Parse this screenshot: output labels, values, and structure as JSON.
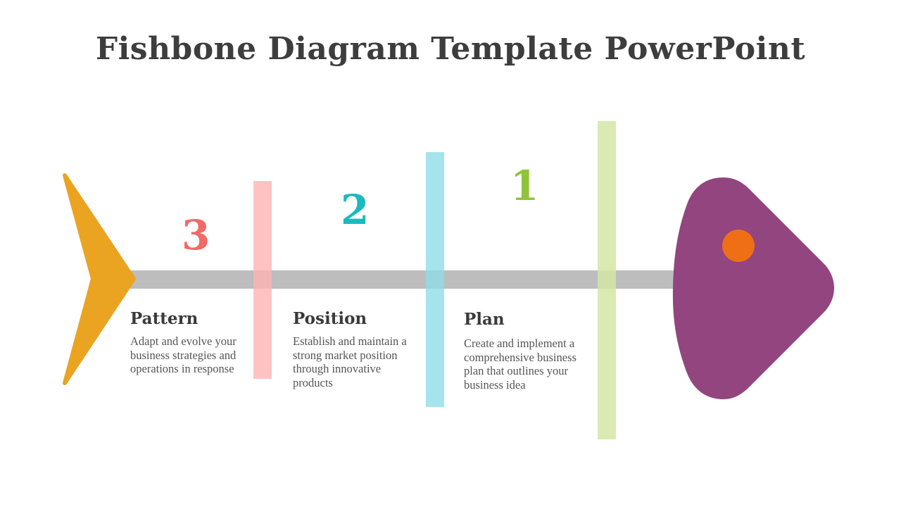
{
  "title": "Fishbone Diagram Template PowerPoint",
  "colors": {
    "spine": "#bdbdbd",
    "tail": "#eaa422",
    "head": "#92457f",
    "eye": "#ee6f16",
    "bone_pattern": "#ffb3b3",
    "bone_position": "#8fdde6",
    "bone_plan": "#d2e8a4",
    "num3": "#f06a66",
    "num2": "#1ab9c0",
    "num1": "#8fc33a"
  },
  "items": [
    {
      "number": "3",
      "heading": "Pattern",
      "description": "Adapt and evolve your business strategies and operations in response"
    },
    {
      "number": "2",
      "heading": "Position",
      "description": "Establish and maintain a strong market position through innovative products"
    },
    {
      "number": "1",
      "heading": "Plan",
      "description": "Create and implement a comprehensive business plan that outlines your business idea"
    }
  ]
}
